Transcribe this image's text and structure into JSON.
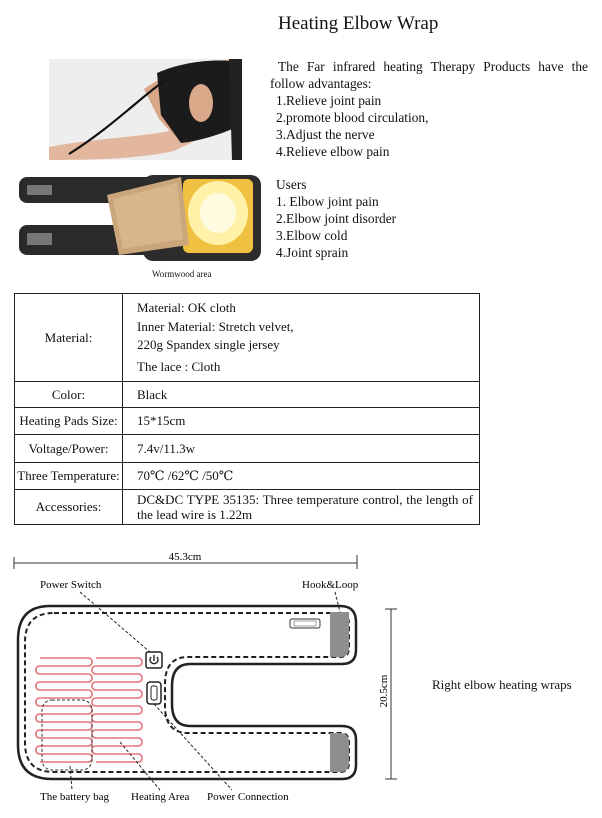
{
  "header": {
    "title": "Heating Elbow Wrap"
  },
  "intro": {
    "lead": "The Far infrared heating Therapy Products have the follow advantages:",
    "advantages": [
      "1.Relieve joint pain",
      "2.promote  blood circulation,",
      "3.Adjust the nerve",
      "4.Relieve elbow pain"
    ]
  },
  "users": {
    "heading": "Users",
    "items": [
      "1. Elbow joint  pain",
      "2.Elbow joint disorder",
      "3.Elbow cold",
      "4.Joint sprain"
    ]
  },
  "photo_caption": "Wormwood area",
  "specs": {
    "material_label": "Material:",
    "material_lines": [
      "Material: OK cloth",
      "Inner Material: Stretch velvet,",
      "220g Spandex single jersey",
      "The lace : Cloth"
    ],
    "rows": [
      {
        "label": "Color:",
        "value": "Black"
      },
      {
        "label": "Heating Pads Size:",
        "value": "15*15cm"
      },
      {
        "label": "Voltage/Power:",
        "value": "7.4v/11.3w"
      },
      {
        "label": "Three Temperature:",
        "value": "70℃ /62℃ /50℃"
      }
    ],
    "accessories_label": "Accessories:",
    "accessories_value": "DC&DC TYPE 35135: Three temperature control, the length of the lead wire is 1.22m"
  },
  "diagram": {
    "width_dim": "45.3cm",
    "height_dim": "20.5cm",
    "labels": {
      "power_switch": "Power Switch",
      "hook_loop": "Hook&Loop",
      "battery_bag": "The battery bag",
      "heating_area": "Heating Area",
      "power_connection": "Power Connection"
    },
    "side_caption": "Right elbow heating wraps",
    "colors": {
      "heating_lines": "#e8747e",
      "hook_loop_fill": "#8e8e8e"
    }
  }
}
